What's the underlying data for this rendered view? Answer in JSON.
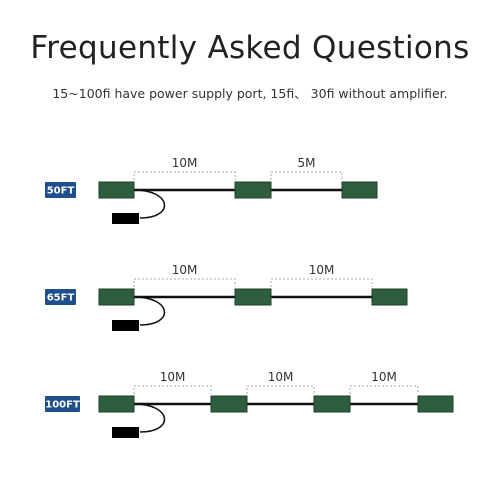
{
  "title": "Frequently Asked Questions",
  "subtitle": "15~100fi have power supply port, 15fi、 30fi without amplifier.",
  "colors": {
    "badge": "#1e4e8c",
    "connector": "#2e5e3e",
    "connector_border": "#1d3f28",
    "cable": "#111111",
    "adapter": "#000000",
    "dimension": "#aaaaaa"
  },
  "configs": [
    {
      "badge": "50FT",
      "segments": [
        "10M",
        "5M"
      ]
    },
    {
      "badge": "65FT",
      "segments": [
        "10M",
        "10M"
      ]
    },
    {
      "badge": "100FT",
      "segments": [
        "10M",
        "10M",
        "10M"
      ]
    }
  ]
}
